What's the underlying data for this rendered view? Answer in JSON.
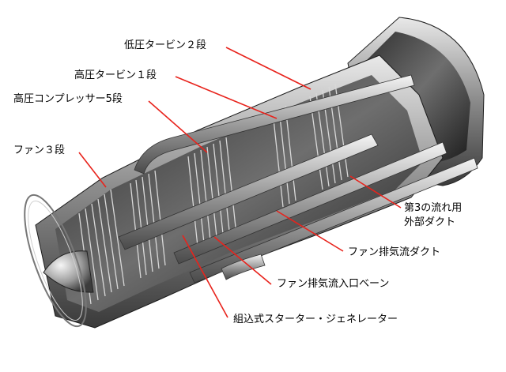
{
  "labels": {
    "lpt": "低圧タービン２段",
    "hpt": "高圧タービン１段",
    "hpc": "高圧コンプレッサー5段",
    "fan": "ファン３段",
    "third_duct_line1": "第3の流れ用",
    "third_duct_line2": "外部ダクト",
    "fan_exhaust_duct": "ファン排気流ダクト",
    "fan_exhaust_vane": "ファン排気流入口ベーン",
    "starter_generator": "組込式スターター・ジェネレーター"
  },
  "colors": {
    "leader_line": "#e8231c",
    "text": "#000000",
    "background": "#ffffff"
  }
}
